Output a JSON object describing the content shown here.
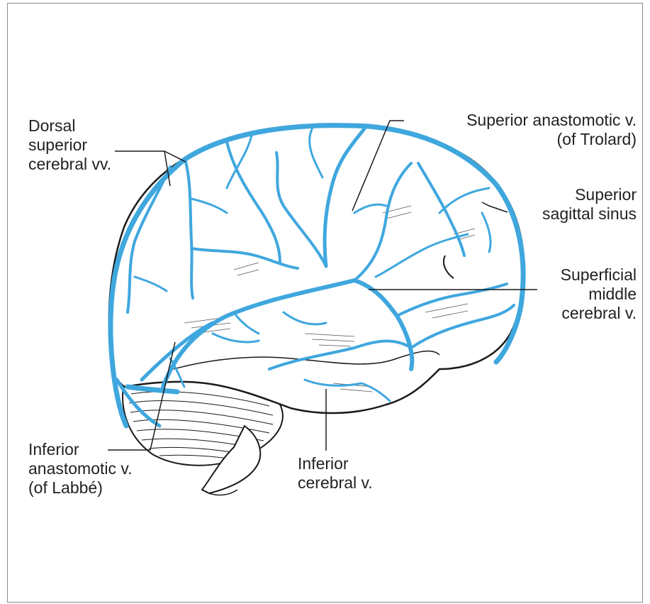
{
  "colors": {
    "vein": "#3fa7de",
    "vein_dark": "#2a8cc4",
    "outline": "#1a1a1a",
    "frame": "#8a8a8a",
    "label": "#222222"
  },
  "labels": {
    "dorsal": [
      "Dorsal",
      "superior",
      "cerebral vv."
    ],
    "trolard": [
      "Superior anastomotic v.",
      "(of Trolard)"
    ],
    "sagittal": [
      "Superior",
      "sagittal sinus"
    ],
    "middle": [
      "Superficial",
      "middle",
      "cerebral v."
    ],
    "labbe": [
      "Inferior",
      "anastomotic v.",
      "(of Labbé)"
    ],
    "inferior": [
      "Inferior",
      "cerebral v."
    ]
  }
}
